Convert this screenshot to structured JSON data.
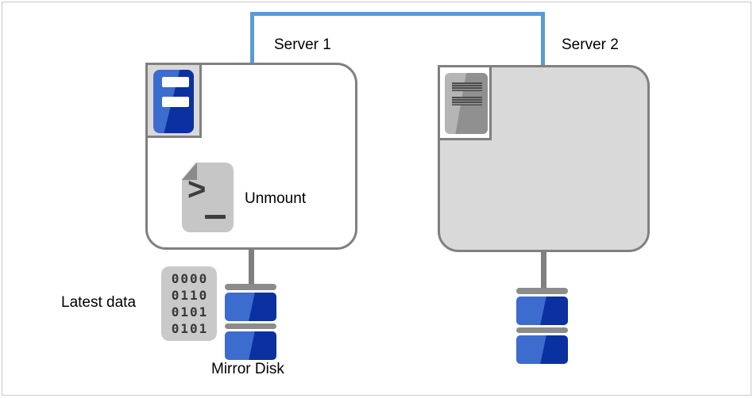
{
  "labels": {
    "server1": "Server 1",
    "server2": "Server 2",
    "unmount": "Unmount",
    "latest_data": "Latest data",
    "mirror_disk": "Mirror Disk"
  },
  "script_icon": {
    "prompt_glyph": ">"
  },
  "binary_icon": {
    "rows": [
      "0000",
      "0110",
      "0101",
      "0101"
    ]
  },
  "colors": {
    "interconnect_blue": "#5b9bd5",
    "outline_gray": "#808080",
    "server2_fill": "#d9d9d9",
    "disk_blue_light": "#3d6ccf",
    "disk_blue_dark": "#0b31a0",
    "bar_gray": "#8c8c8c"
  }
}
